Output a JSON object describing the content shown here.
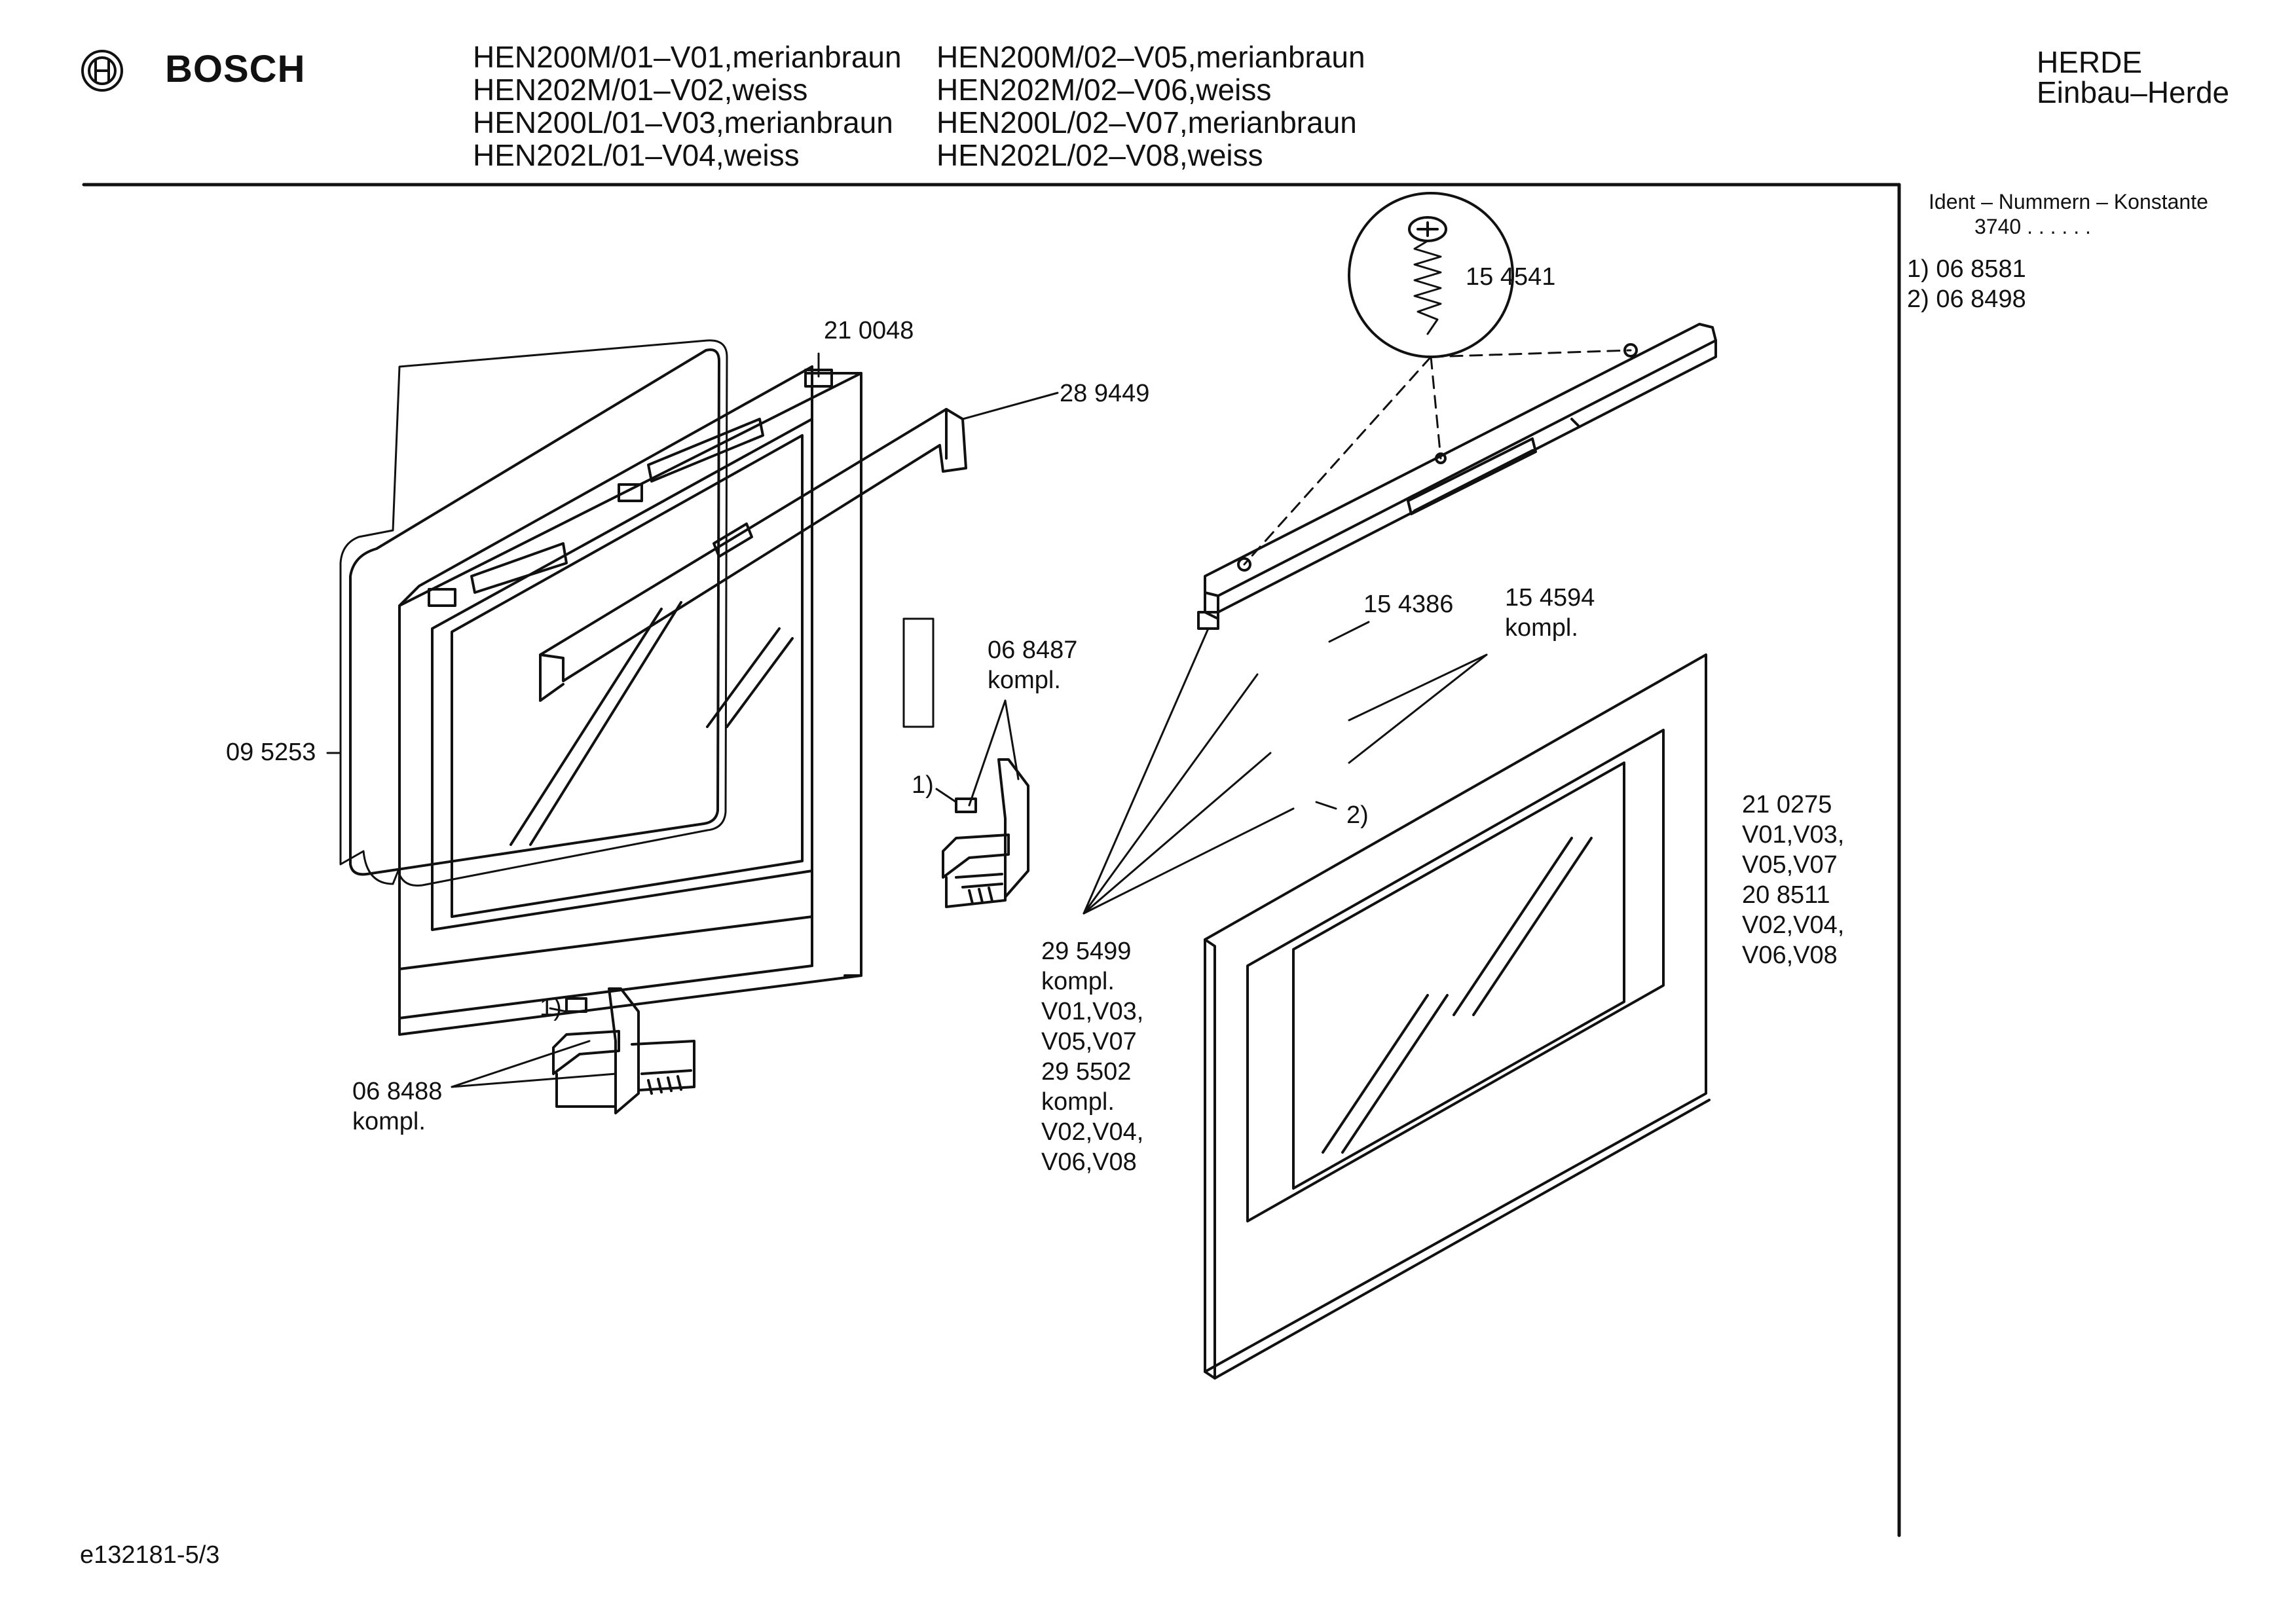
{
  "header": {
    "brand": "BOSCH",
    "models_col1": [
      "HEN200M/01–V01,merianbraun",
      "HEN202M/01–V02,weiss",
      "HEN200L/01–V03,merianbraun",
      "HEN202L/01–V04,weiss"
    ],
    "models_col2": [
      "HEN200M/02–V05,merianbraun",
      "HEN202M/02–V06,weiss",
      "HEN200L/02–V07,merianbraun",
      "HEN202L/02–V08,weiss"
    ],
    "category": "HERDE",
    "subcategory": "Einbau–Herde"
  },
  "ident_panel": {
    "title": "Ident – Nummern – Konstante",
    "konstante": "3740  .  .   .  .  .  .",
    "entries": [
      "1)  06 8581",
      "2)  06 8498"
    ]
  },
  "labels": {
    "p210048": "21 0048",
    "p289449": "28 9449",
    "p095253": "09 5253",
    "p068487": [
      "06 8487",
      "kompl."
    ],
    "hinge_note_upper": "1)",
    "hinge_note_lower": "1)",
    "p068488": [
      "06 8488",
      "kompl."
    ],
    "p154541": "15 4541",
    "p154386": "15 4386",
    "p154594": [
      "15 4594",
      "kompl."
    ],
    "note2": "2)",
    "p295499": [
      "29 5499",
      "kompl.",
      "V01,V03,",
      "V05,V07",
      "29 5502",
      "kompl.",
      "V02,V04,",
      "V06,V08"
    ],
    "p210275": [
      "21 0275",
      "V01,V03,",
      "V05,V07",
      "20 8511",
      "V02,V04,",
      "V06,V08"
    ]
  },
  "footer": {
    "drawing_id": "e132181-5/3"
  }
}
